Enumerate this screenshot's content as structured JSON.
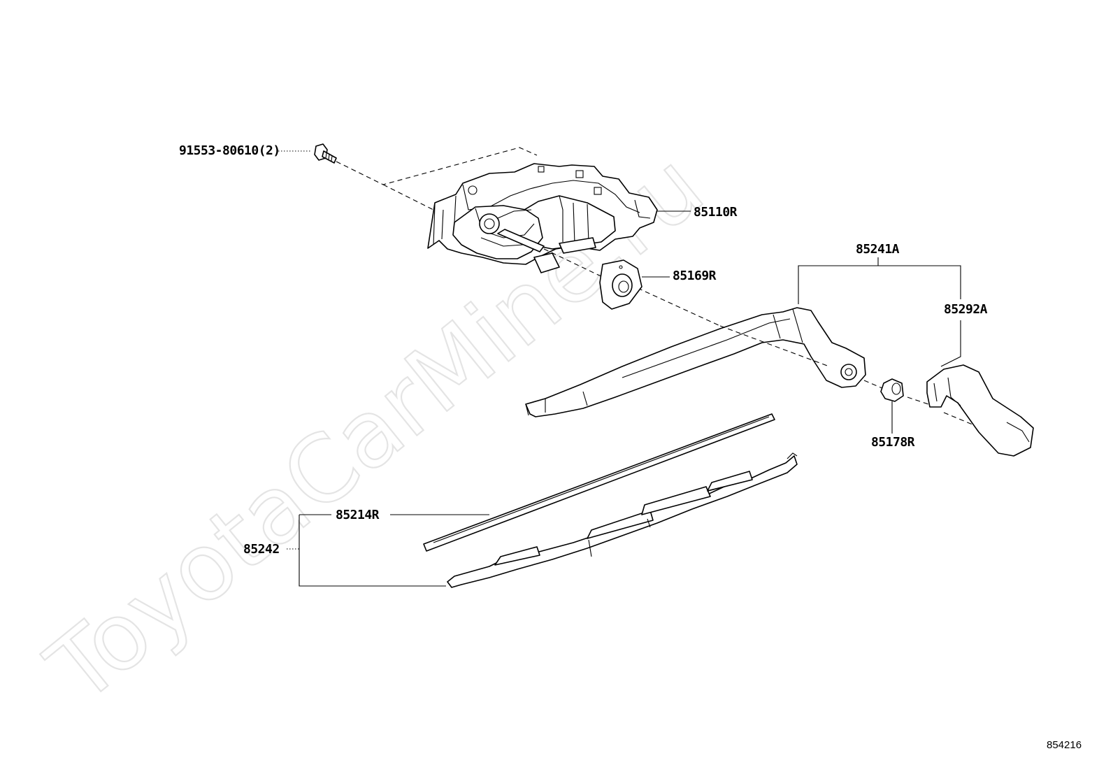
{
  "watermark": "ToyotaCarMine.ru",
  "figure_number": "854216",
  "parts": {
    "bolt": "91553-80610(2)",
    "motor": "85110R",
    "cap": "85169R",
    "arm_assembly": "85241A",
    "arm_cover": "85292A",
    "nut": "85178R",
    "blade_rubber": "85214R",
    "blade_assembly": "85242"
  }
}
